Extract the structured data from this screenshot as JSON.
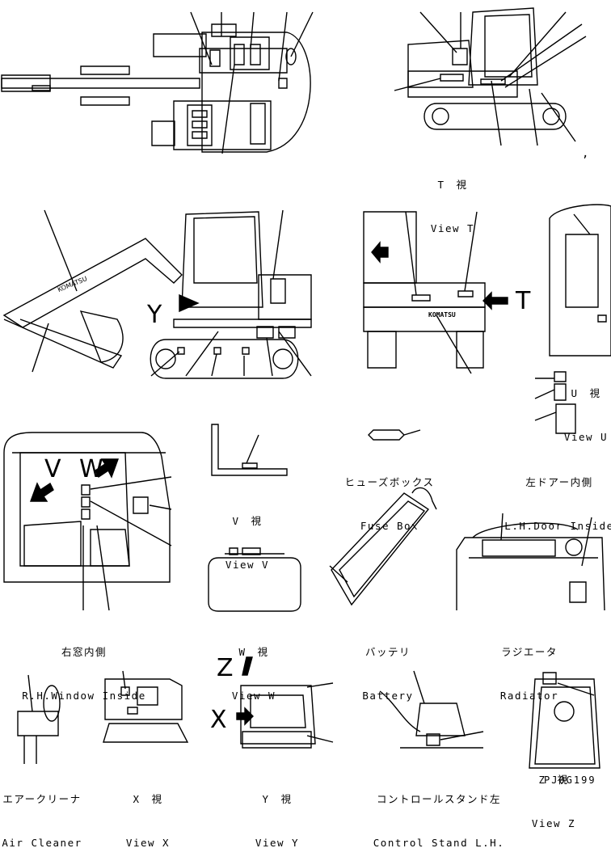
{
  "views": {
    "t": {
      "jp": "T　視",
      "en": "View T"
    },
    "u": {
      "jp": "U　視",
      "en": "View U"
    },
    "fuse": {
      "jp": "ヒューズボックス",
      "en": "Fuse Box"
    },
    "lhdoor": {
      "jp": "左ドアー内側",
      "en": "L.H.Door Inside"
    },
    "v": {
      "jp": "V　視",
      "en": "View V"
    },
    "rhwin": {
      "jp": "右窓内側",
      "en": "R.H.Window Inside"
    },
    "w": {
      "jp": "W　視",
      "en": "View W"
    },
    "battery": {
      "jp": "バッテリ",
      "en": "Battery"
    },
    "radiator": {
      "jp": "ラジエータ",
      "en": "Radiator"
    },
    "aircleaner": {
      "jp": "エアークリーナ",
      "en": "Air Cleaner"
    },
    "x": {
      "jp": "X　視",
      "en": "View X"
    },
    "y": {
      "jp": "Y　視",
      "en": "View Y"
    },
    "control": {
      "jp": "コントロールスタンド左",
      "en": "Control Stand L.H."
    },
    "z": {
      "jp": "Z　視",
      "en": "View Z"
    }
  },
  "view_letters": {
    "y_side": "Y",
    "t_side": "T",
    "v_win": "V",
    "w_win": "W",
    "z_y": "Z",
    "x_y": "X"
  },
  "brand_marks": [
    "KOMATSU",
    "KOMATSU"
  ],
  "drawing_code": "PJ0G199",
  "stray_mark": ","
}
